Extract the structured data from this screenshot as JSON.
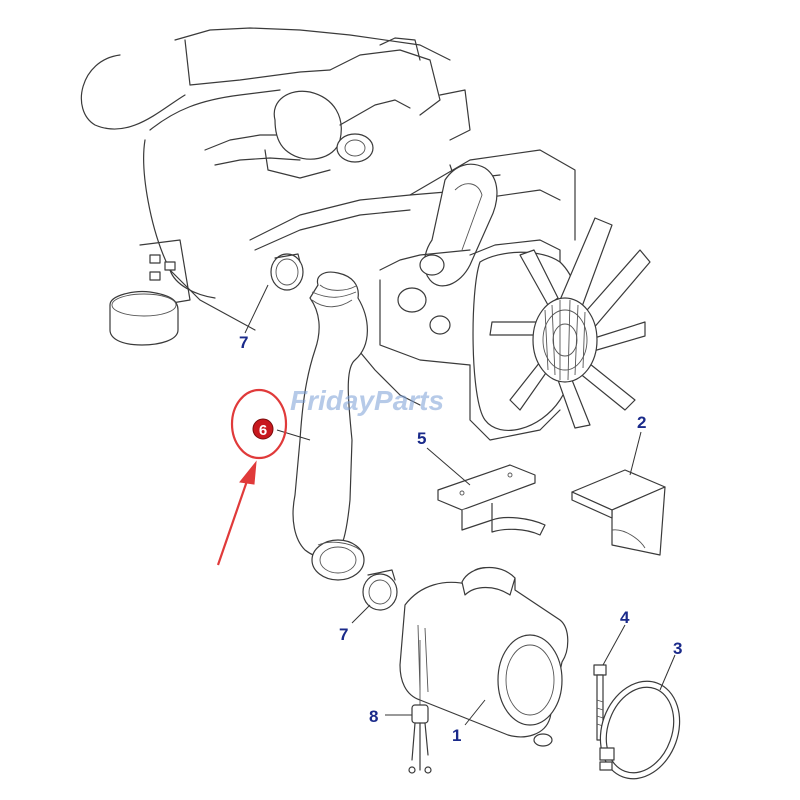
{
  "watermark": "FridayParts",
  "callouts": [
    {
      "id": "1",
      "text": "1"
    },
    {
      "id": "2",
      "text": "2"
    },
    {
      "id": "3",
      "text": "3"
    },
    {
      "id": "4",
      "text": "4"
    },
    {
      "id": "5",
      "text": "5"
    },
    {
      "id": "6",
      "text": "6"
    },
    {
      "id": "7a",
      "text": "7"
    },
    {
      "id": "7b",
      "text": "7"
    },
    {
      "id": "8",
      "text": "8"
    }
  ],
  "highlight": {
    "callout": "6",
    "ring_color": "#e03a3a",
    "arrow_color": "#e03a3a",
    "badge_color": "#c8181e"
  }
}
